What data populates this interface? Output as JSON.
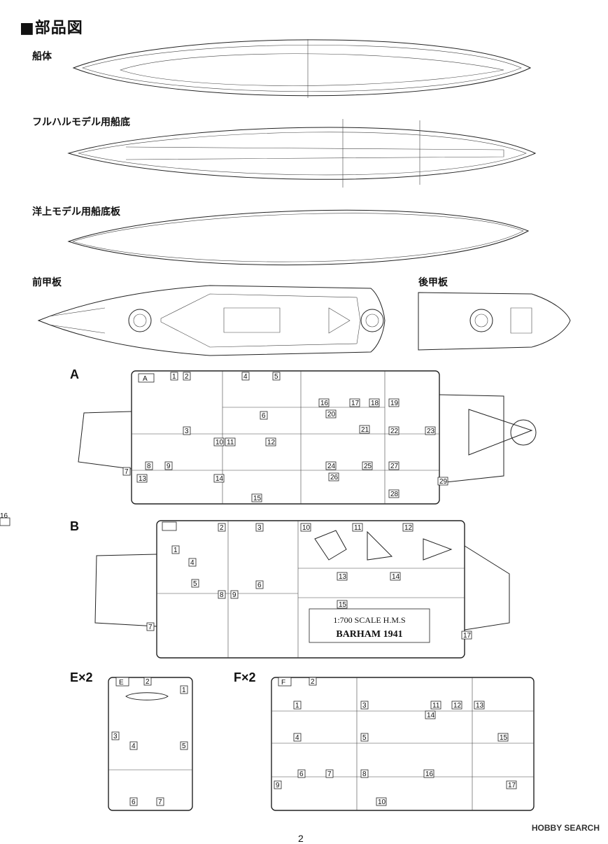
{
  "page_title": "■部品図",
  "hull_labels": {
    "hull": "船体",
    "full_hull_bottom": "フルハルモデル用船底",
    "waterline_bottom": "洋上モデル用船底板",
    "fore_deck": "前甲板",
    "aft_deck": "後甲板"
  },
  "sprues": {
    "A": {
      "label": "A",
      "part_numbers": [
        "1",
        "2",
        "3",
        "4",
        "5",
        "6",
        "7",
        "8",
        "9",
        "10",
        "11",
        "12",
        "13",
        "14",
        "15",
        "16",
        "17",
        "18",
        "19",
        "20",
        "21",
        "22",
        "23",
        "24",
        "25",
        "26",
        "27",
        "28",
        "29"
      ]
    },
    "B": {
      "label": "B",
      "part_numbers": [
        "1",
        "2",
        "3",
        "4",
        "5",
        "6",
        "7",
        "8",
        "9",
        "10",
        "11",
        "12",
        "13",
        "14",
        "15",
        "16",
        "17"
      ],
      "plate_line1": "1:700  SCALE  H.M.S",
      "plate_line2": "BARHAM   1941"
    },
    "E": {
      "label": "E×2",
      "tag": "E",
      "part_numbers": [
        "1",
        "2",
        "3",
        "4",
        "5",
        "6",
        "7"
      ]
    },
    "F": {
      "label": "F×2",
      "tag": "F",
      "part_numbers": [
        "1",
        "2",
        "3",
        "4",
        "5",
        "6",
        "7",
        "8",
        "9",
        "10",
        "11",
        "12",
        "13",
        "14",
        "15",
        "16",
        "17"
      ]
    }
  },
  "footer": {
    "brand": "HOBBY SEARCH"
  },
  "page_number": "2"
}
